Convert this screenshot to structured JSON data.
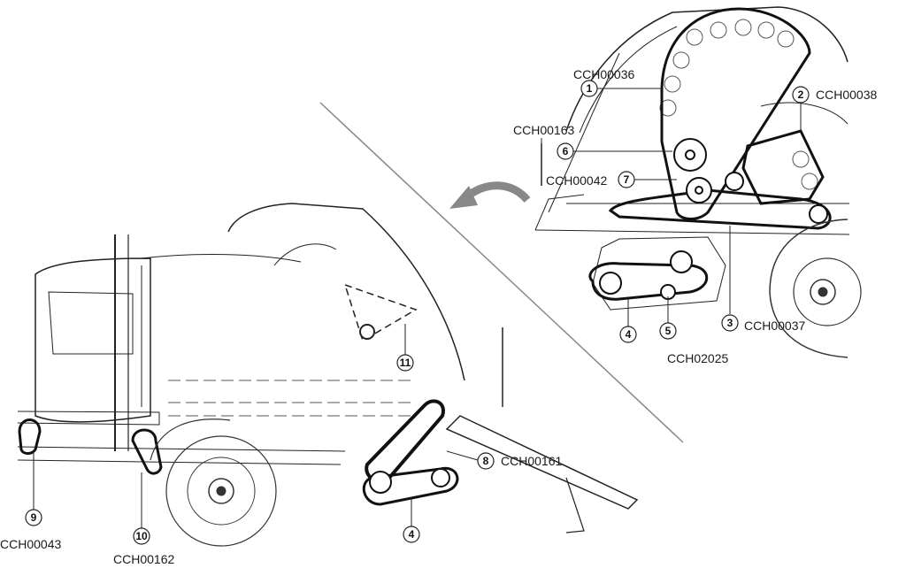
{
  "callouts": [
    {
      "num": "1",
      "code": "CCH00036"
    },
    {
      "num": "2",
      "code": "CCH00038"
    },
    {
      "num": "3",
      "code": "CCH00037"
    },
    {
      "num": "4",
      "code": ""
    },
    {
      "num": "4",
      "code": ""
    },
    {
      "num": "5",
      "code": ""
    },
    {
      "num": "6",
      "code": ""
    },
    {
      "num": "7",
      "code": "CCH00042"
    },
    {
      "num": "8",
      "code": "CCH00161"
    },
    {
      "num": "9",
      "code": "CCH00043"
    },
    {
      "num": "10",
      "code": "CCH00162"
    },
    {
      "num": "11",
      "code": ""
    }
  ],
  "standalone_codes": [
    "CCH00163",
    "CCH02025"
  ],
  "colors": {
    "line": "#222222",
    "light_line": "#777777",
    "belt": "#111111",
    "background": "#ffffff"
  },
  "icons": [
    "arrow-left-curved-icon"
  ]
}
